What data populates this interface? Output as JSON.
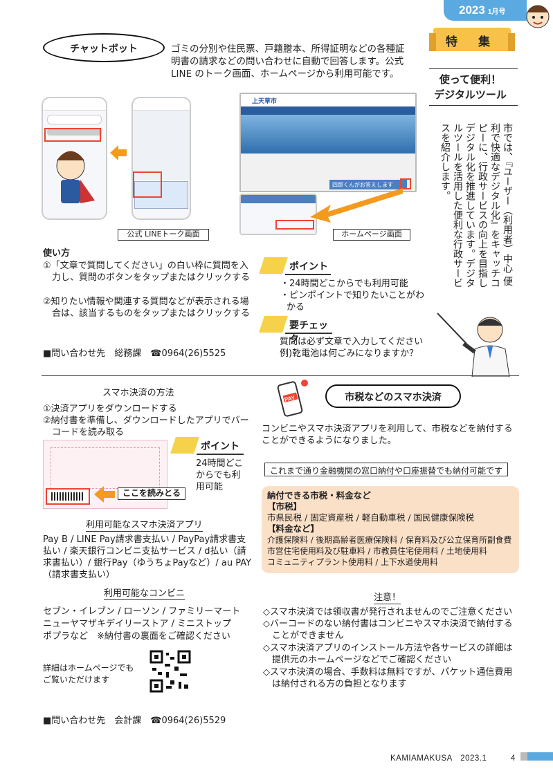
{
  "header": {
    "year": "2023",
    "month": "1月号"
  },
  "chatbot": {
    "title": "チャットボット",
    "body": "ゴミの分別や住民票、戸籍謄本、所得証明などの各種証明書の請求などの問い合わせに自動で回答します。公式 LINE のトーク画面、ホームページから利用可能です。",
    "line_caption": "公式 LINEトーク画面",
    "hp_caption": "ホームページ画面",
    "usage_title": "使い方",
    "usage_1": "①「文章で質問してください」の白い枠に質問を入力し、質問のボタンをタップまたはクリックする",
    "usage_2": "②知りたい情報や関連する質問などが表示される場合は、該当するものをタップまたはクリックする",
    "point_label": "ポイント",
    "point_1": "・24時間どこからでも利用可能",
    "point_2": "・ピンポイントで知りたいことがわかる",
    "check_label": "要チェック",
    "check_1": "質問は必ず文章で入力してください",
    "check_2": "例)乾電池は何ごみになりますか？",
    "contact": "■問い合わせ先　総務課　☎0964(26)5525",
    "hp_site_name": "上天草市",
    "hp_banner": "四郎くんがお答えします"
  },
  "feature": {
    "badge": "特 集",
    "title_1": "使って便利！",
    "title_2": "デジタルツール",
    "vertical": "市では、『ユーザー（利用者）中心 便利で快適なデジタル化』をキャッチコピーに、行政サービスの向上を目指しデジタル化を推進しています。デジタルツールを活用した便利な行政サービスを紹介します。"
  },
  "payment": {
    "title": "市税などのスマホ決済",
    "pay_icon_text": "PAY",
    "intro": "コンビニやスマホ決済アプリを利用して、市税などを納付することができるようになりました。",
    "notice": "これまで通り金融機関の窓口納付や口座振替でも納付可能です",
    "fees_title": "納付できる市税・料金など",
    "tax_label": "【市税】",
    "tax_items": "市県民税 / 固定資産税 / 軽自動車税 / 国民健康保険税",
    "fee_label": "【料金など】",
    "fee_items_1": "介護保険料 / 後期高齢者医療保険料 / 保育料及び公立保育所副食費",
    "fee_items_2": "市営住宅使用料及び駐車料 / 市教員住宅使用料 / 土地使用料",
    "fee_items_3": "コミュニティプラント使用料 / 上下水道使用料",
    "method_title": "スマホ決済の方法",
    "method_1": "①決済アプリをダウンロードする",
    "method_2": "②納付書を準備し、ダウンロードしたアプリでバーコードを読み取る",
    "point_label": "ポイント",
    "point_text": "24時間どこからでも利用可能",
    "read_here": "ここを読みとる",
    "apps_title": "利用可能なスマホ決済アプリ",
    "apps": "Pay B / LINE Pay請求書支払い / PayPay請求書支払い / 楽天銀行コンビニ支払サービス / d払い（請求書払い）/ 銀行Pay（ゆうちょPayなど）/ au PAY（請求書支払い）",
    "conv_title": "利用可能なコンビニ",
    "conv_1": "セブン・イレブン / ローソン / ファミリーマート",
    "conv_2": "ニューヤマザキデイリーストア / ミニストップ",
    "conv_3": "ポプラなど　※納付書の裏面をご確認ください",
    "details": "詳細はホームページでもご覧いただけます",
    "caution_title": "注意！",
    "caution_1": "◇スマホ決済では領収書が発行されませんのでご注意ください",
    "caution_2": "◇バーコードのない納付書はコンビニやスマホ決済で納付することができません",
    "caution_3": "◇スマホ決済アプリのインストール方法や各サービスの詳細は提供元のホームページなどでご確認ください",
    "caution_4": "◇スマホ決済の場合、手数料は無料ですが、パケット通信費用は納付される方の負担となります",
    "contact": "■問い合わせ先　会計課　☎0964(26)5529"
  },
  "footer": {
    "publication": "KAMIAMAKUSA　2023.1",
    "page": "4"
  },
  "colors": {
    "accent_blue": "#5aa9e0",
    "yellow": "#f6d24a",
    "peach": "#fbe0c8",
    "orange_arrow": "#f39a1f"
  }
}
